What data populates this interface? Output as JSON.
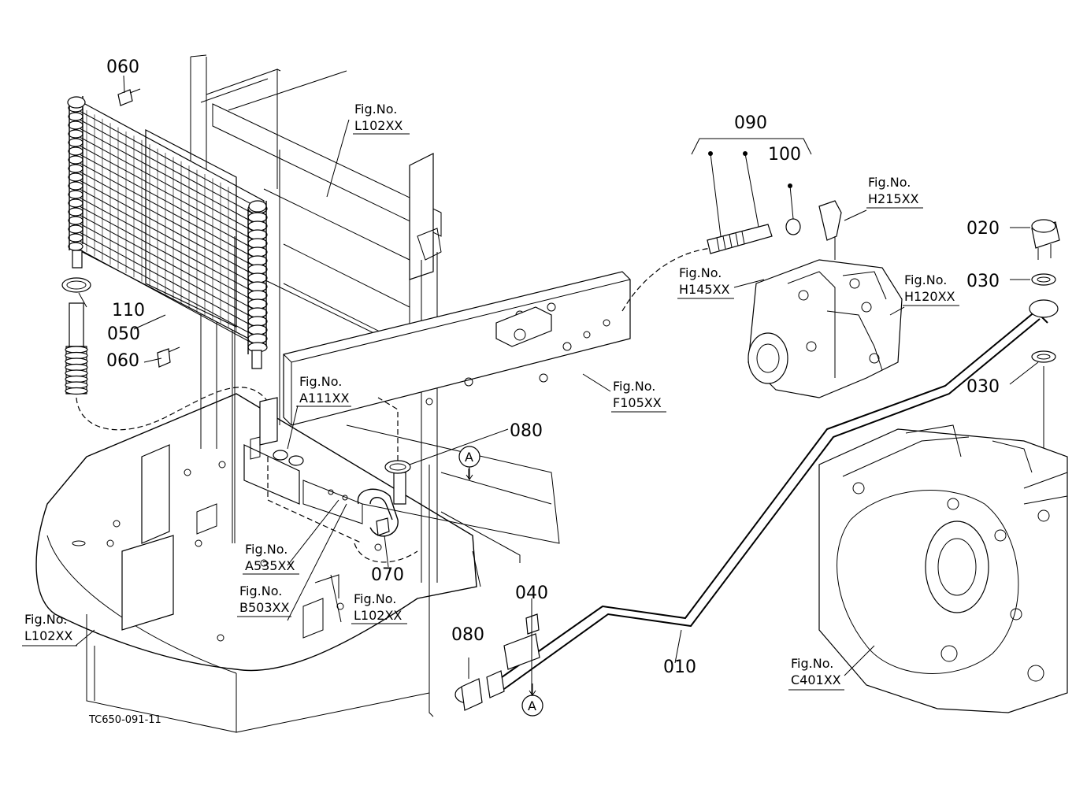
{
  "part_labels": {
    "p060a": "060",
    "p060b": "060",
    "p110": "110",
    "p050": "050",
    "p090": "090",
    "p100": "100",
    "p020": "020",
    "p030a": "030",
    "p030b": "030",
    "p080a": "080",
    "p080b": "080",
    "p070": "070",
    "p040": "040",
    "p010": "010"
  },
  "figure_refs": {
    "r1": {
      "label": "Fig.No.",
      "code": "L102XX"
    },
    "r2": {
      "label": "Fig.No.",
      "code": "H215XX"
    },
    "r3": {
      "label": "Fig.No.",
      "code": "H145XX"
    },
    "r4": {
      "label": "Fig.No.",
      "code": "H120XX"
    },
    "r5": {
      "label": "Fig.No.",
      "code": "A111XX"
    },
    "r6": {
      "label": "Fig.No.",
      "code": "F105XX"
    },
    "r7": {
      "label": "Fig.No.",
      "code": "A535XX"
    },
    "r8": {
      "label": "Fig.No.",
      "code": "B503XX"
    },
    "r9": {
      "label": "Fig.No.",
      "code": "L102XX"
    },
    "r10": {
      "label": "Fig.No.",
      "code": "L102XX"
    },
    "r11": {
      "label": "Fig.No.",
      "code": "C401XX"
    }
  },
  "markers": {
    "a_top": "A",
    "a_bottom": "A"
  },
  "drawing_code": "TC650-091-11"
}
